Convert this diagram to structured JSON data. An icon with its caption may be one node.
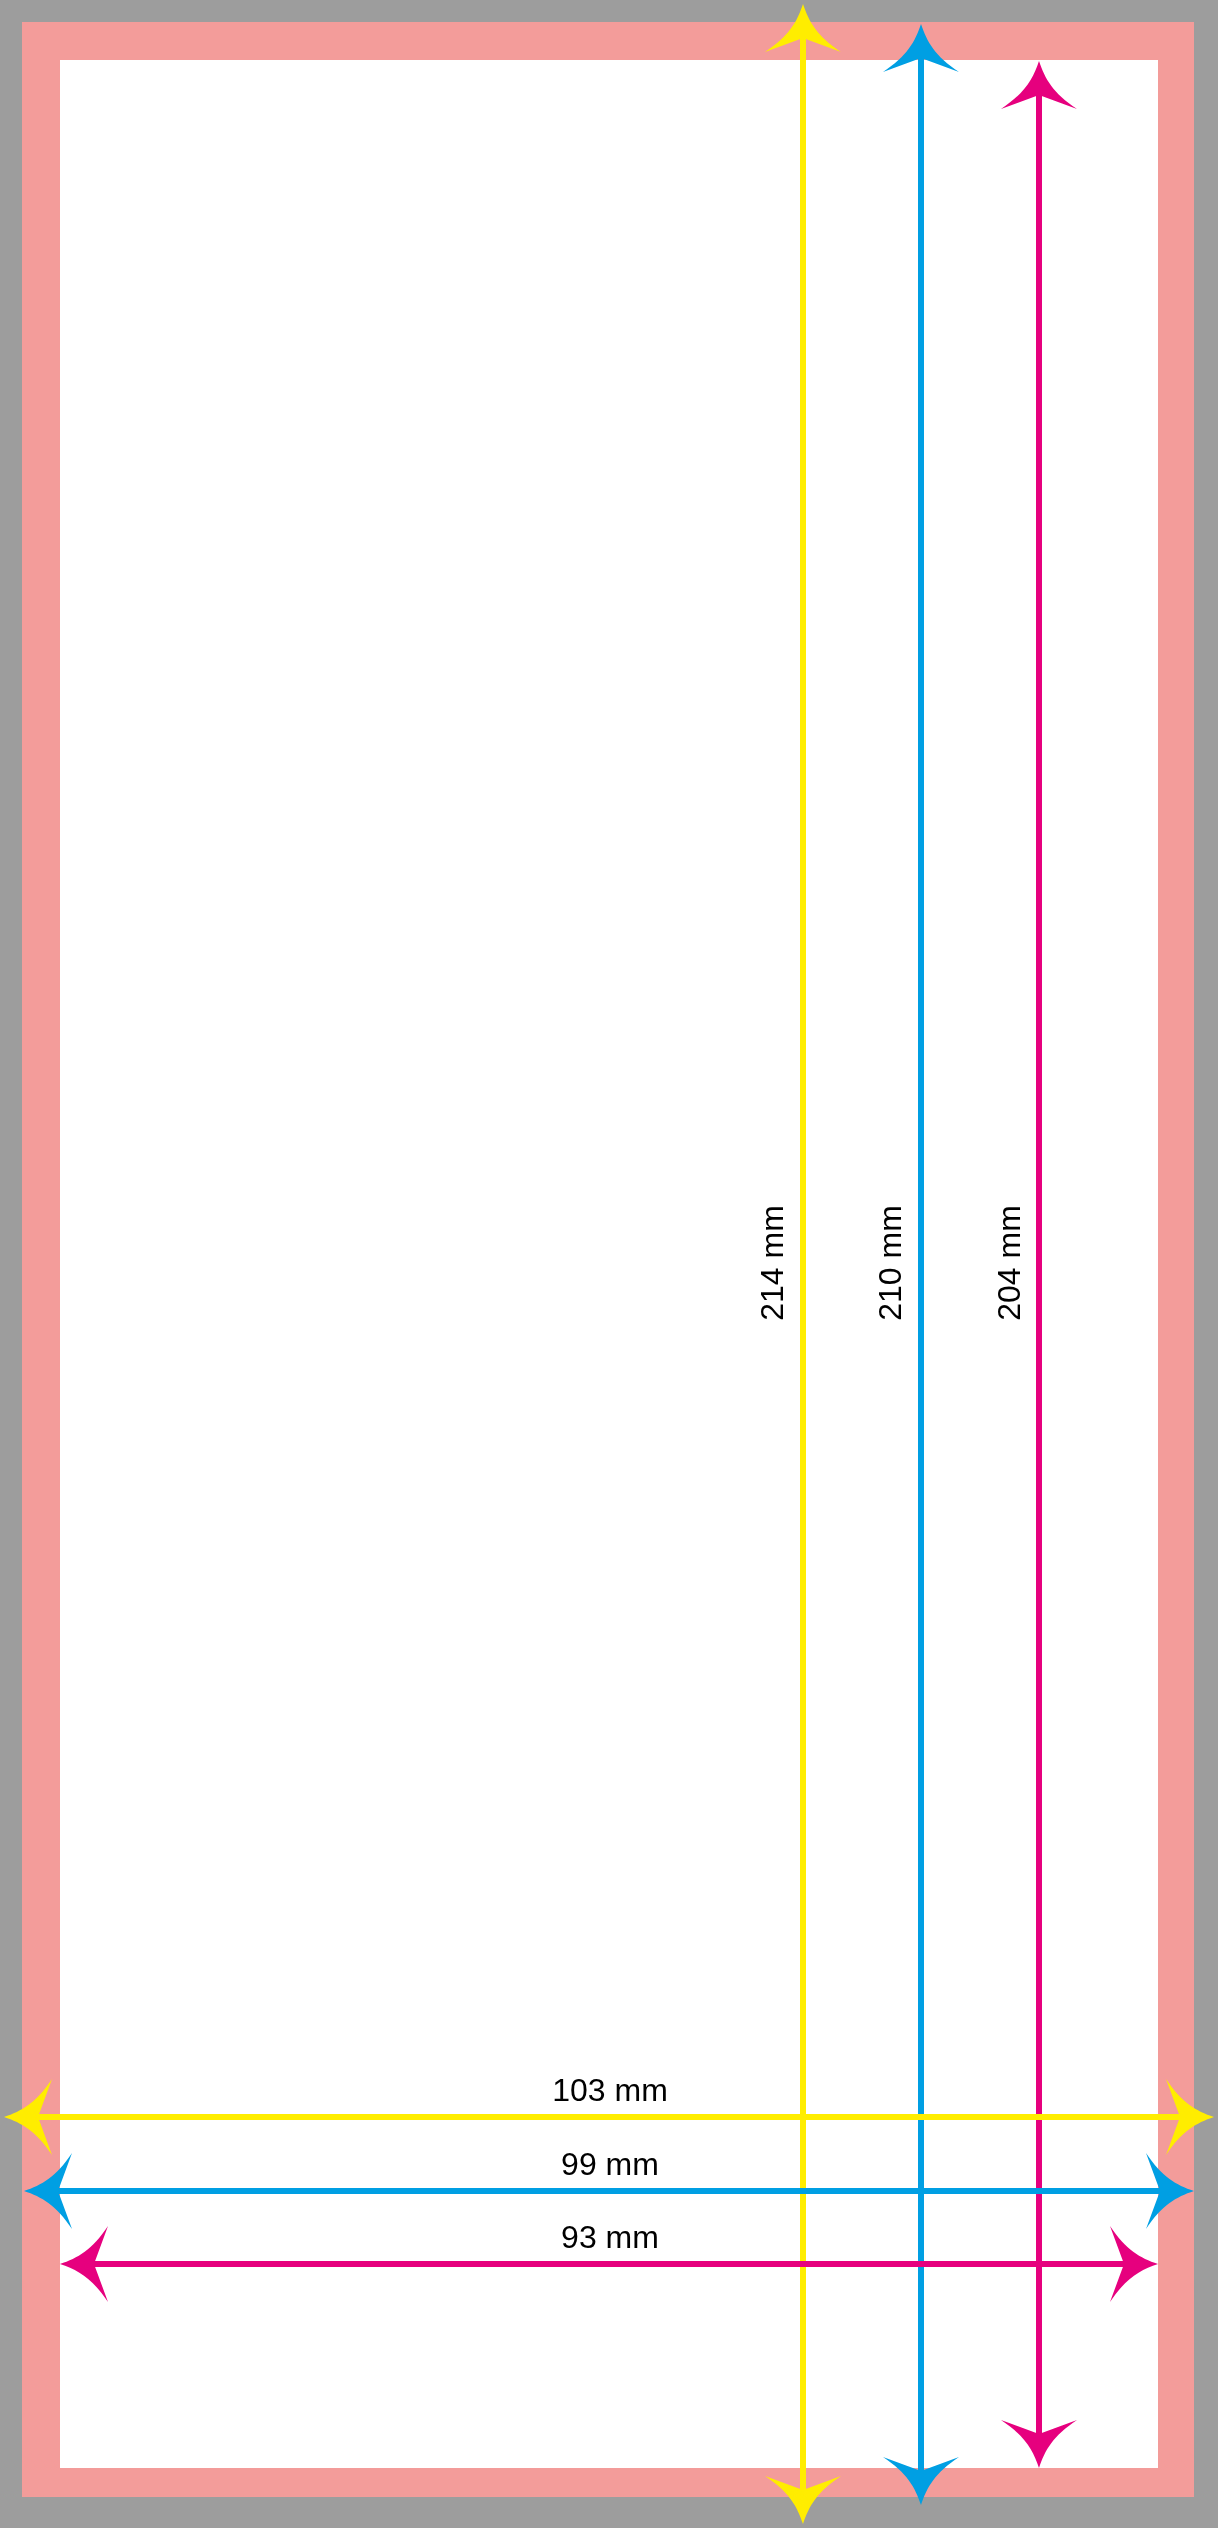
{
  "diagram": {
    "labels": [
      "214 mm",
      "210 mm",
      "204 mm",
      "103 mm",
      "99 mm",
      "93 mm"
    ]
  }
}
